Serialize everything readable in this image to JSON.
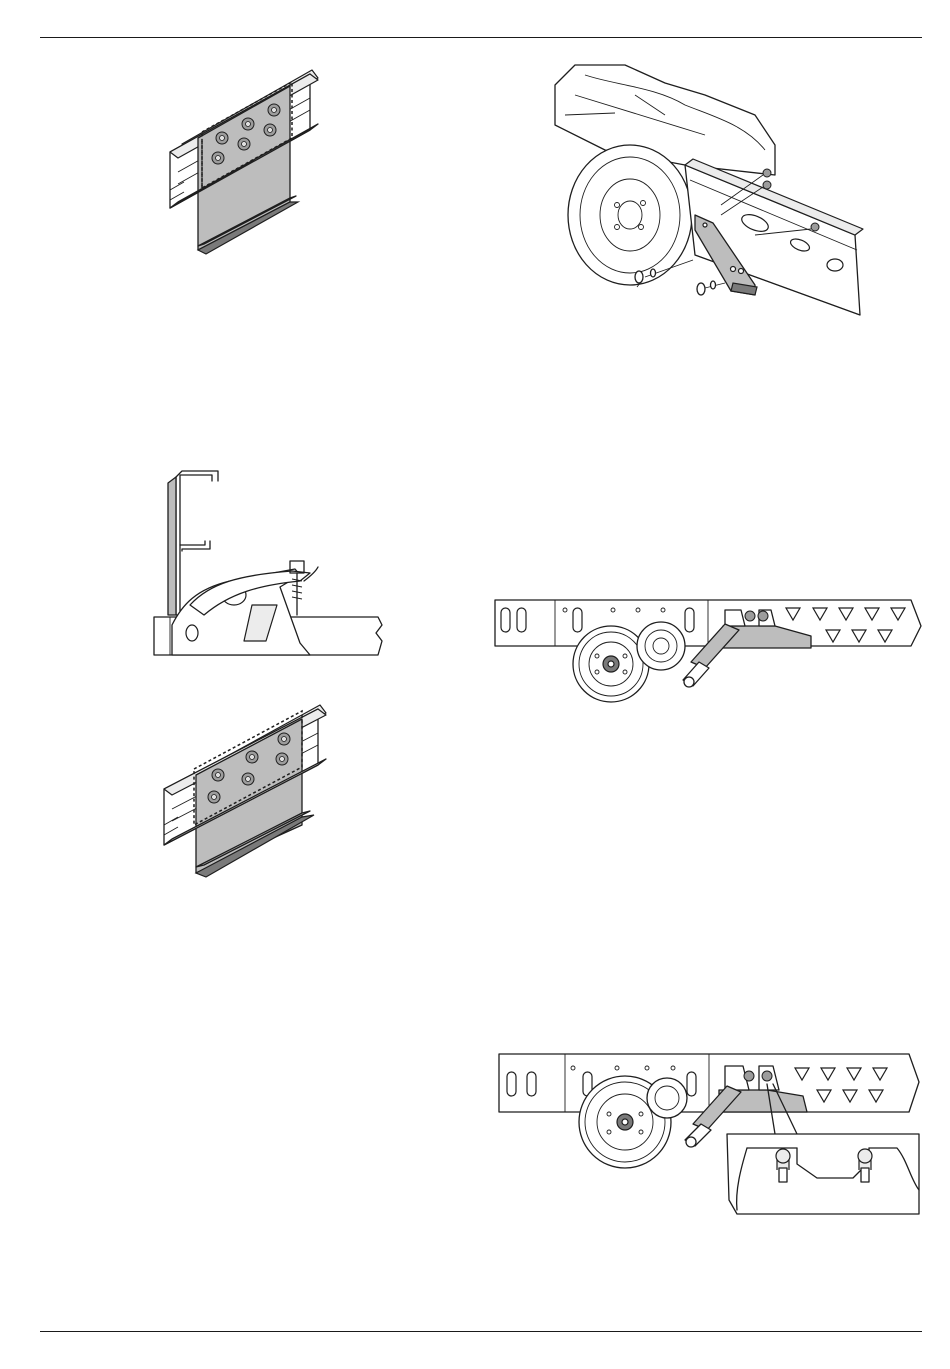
{
  "page": {
    "background": "#ffffff",
    "line_color": "#1a1a1a",
    "part_fill_color": "#bdbdbd"
  },
  "figures": [
    {
      "id": "fig-bracket-plate-upper",
      "icon": "bolted-bracket-plate-illustration"
    },
    {
      "id": "fig-axle-exploded",
      "icon": "axle-bracket-exploded-illustration"
    },
    {
      "id": "fig-clamp-section",
      "icon": "clamp-section-illustration"
    },
    {
      "id": "fig-chassis-side-1",
      "icon": "chassis-side-view-illustration"
    },
    {
      "id": "fig-bracket-plate-lower",
      "icon": "bolted-bracket-plate-illustration"
    },
    {
      "id": "fig-chassis-side-2",
      "icon": "chassis-side-view-detail-illustration"
    }
  ]
}
